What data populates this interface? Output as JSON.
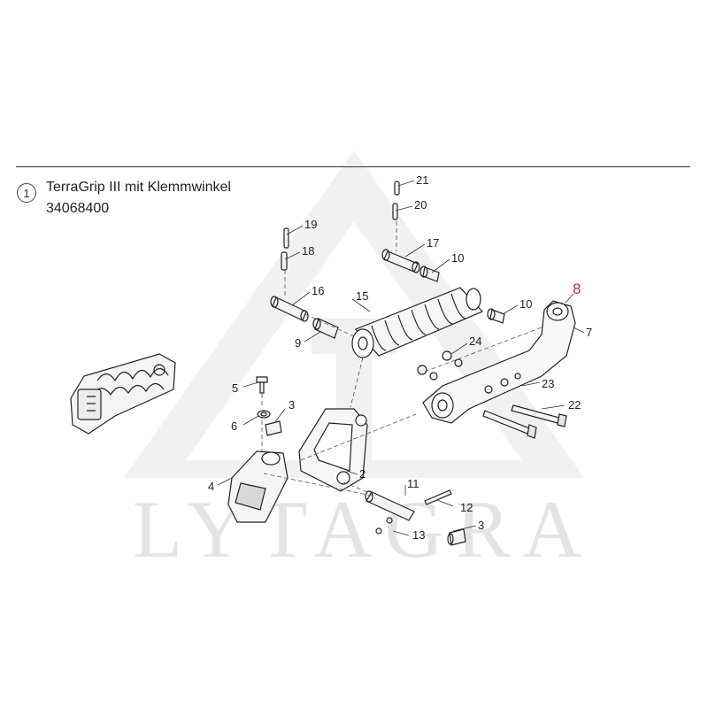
{
  "watermark": {
    "text": "LYTAGRA",
    "color": "#e4e4e4"
  },
  "header": {
    "index": "1",
    "title": "TerraGrip III mit Klemmwinkel",
    "code": "34068400"
  },
  "highlight_color": "#c0282d",
  "callouts": [
    {
      "id": "c21",
      "label": "21"
    },
    {
      "id": "c20",
      "label": "20"
    },
    {
      "id": "c19",
      "label": "19"
    },
    {
      "id": "c18",
      "label": "18"
    },
    {
      "id": "c17",
      "label": "17"
    },
    {
      "id": "c10a",
      "label": "10"
    },
    {
      "id": "c16",
      "label": "16"
    },
    {
      "id": "c15",
      "label": "15"
    },
    {
      "id": "c10b",
      "label": "10"
    },
    {
      "id": "c8",
      "label": "8"
    },
    {
      "id": "c7",
      "label": "7"
    },
    {
      "id": "c9",
      "label": "9"
    },
    {
      "id": "c24",
      "label": "24"
    },
    {
      "id": "c23",
      "label": "23"
    },
    {
      "id": "c22",
      "label": "22"
    },
    {
      "id": "c5",
      "label": "5"
    },
    {
      "id": "c3a",
      "label": "3"
    },
    {
      "id": "c6",
      "label": "6"
    },
    {
      "id": "c2",
      "label": "2"
    },
    {
      "id": "c4",
      "label": "4"
    },
    {
      "id": "c11",
      "label": "11"
    },
    {
      "id": "c12",
      "label": "12"
    },
    {
      "id": "c3b",
      "label": "3"
    },
    {
      "id": "c13",
      "label": "13"
    }
  ]
}
